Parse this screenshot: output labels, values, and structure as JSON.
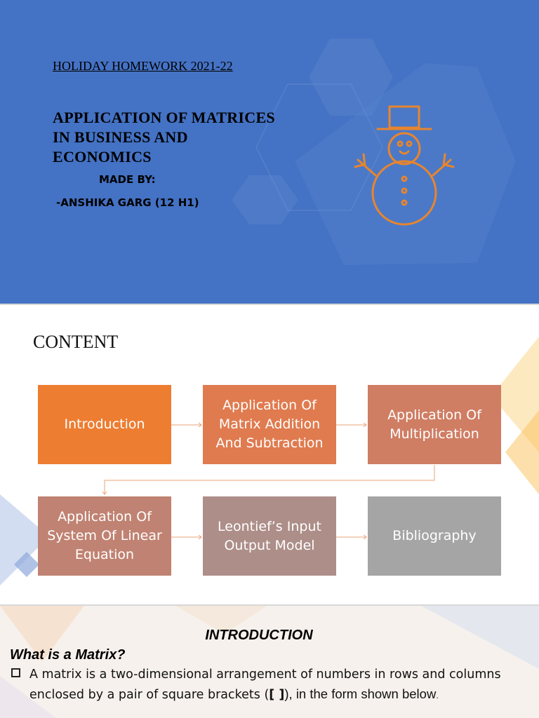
{
  "slide1": {
    "homework": "HOLIDAY HOMEWORK 2021-22",
    "title": "APPLICATION OF MATRICES IN BUSINESS AND ECONOMICS",
    "made_by": "MADE BY:",
    "author": "-ANSHIKA GARG (12 H1)",
    "background_color": "#4472c4",
    "icon": "snowman-icon",
    "icon_color": "#e8852e"
  },
  "slide2": {
    "heading": "CONTENT",
    "boxes": [
      {
        "label": "Introduction",
        "color": "#ed7d31"
      },
      {
        "label": "Application Of Matrix Addition And Subtraction",
        "color": "#e07b4f"
      },
      {
        "label": "Application Of Multiplication",
        "color": "#cf7d63"
      },
      {
        "label": "Application Of System Of Linear Equation",
        "color": "#c08272"
      },
      {
        "label": "Leontief’s Input Output Model",
        "color": "#ad8e89"
      },
      {
        "label": "Bibliography",
        "color": "#a5a5a5"
      }
    ]
  },
  "slide3": {
    "heading": "INTRODUCTION",
    "question": "What is a Matrix?",
    "bullet_part1": "A matrix is a two-dimensional arrangement of numbers in rows and columns enclosed by a pair of square brackets (",
    "bullet_brackets": "[ ]",
    "bullet_part2": "), in the form shown below",
    "bullet_part3": "."
  }
}
